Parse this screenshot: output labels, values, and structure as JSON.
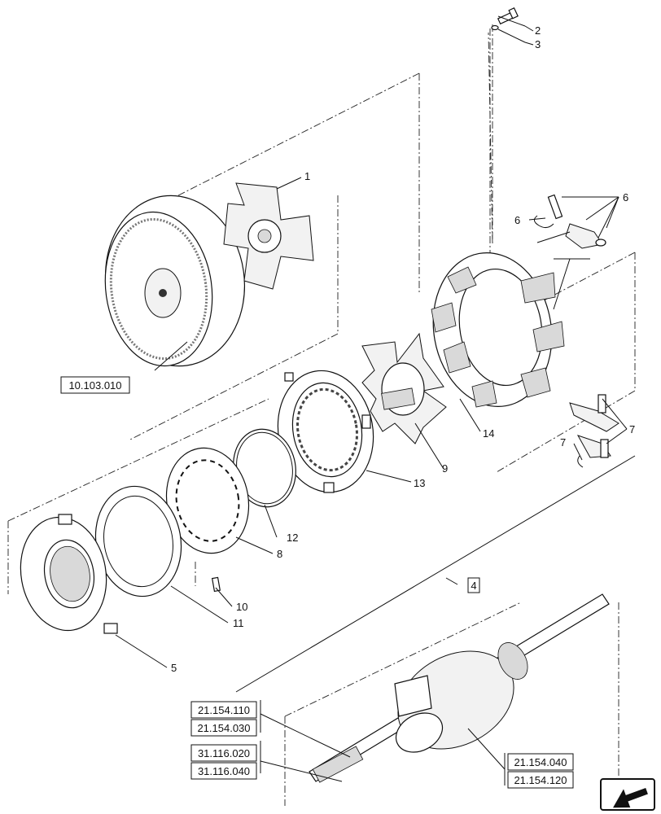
{
  "callouts": {
    "c1": "1",
    "c2": "2",
    "c3": "3",
    "c4": "4",
    "c5": "5",
    "c6a": "6",
    "c6b": "6",
    "c7a": "7",
    "c7b": "7",
    "c8": "8",
    "c9": "9",
    "c10": "10",
    "c11": "11",
    "c12": "12",
    "c13": "13",
    "c14": "14"
  },
  "references": {
    "flywheel_ref": "10.103.010",
    "ref_a1": "21.154.110",
    "ref_a2": "21.154.030",
    "ref_b1": "31.116.020",
    "ref_b2": "31.116.040",
    "ref_c1": "21.154.040",
    "ref_c2": "21.154.120"
  },
  "icons": {
    "nav": "arrow-navigation-icon"
  },
  "colors": {
    "line": "#111111",
    "background": "#ffffff",
    "shade": "#d9d9d9"
  }
}
